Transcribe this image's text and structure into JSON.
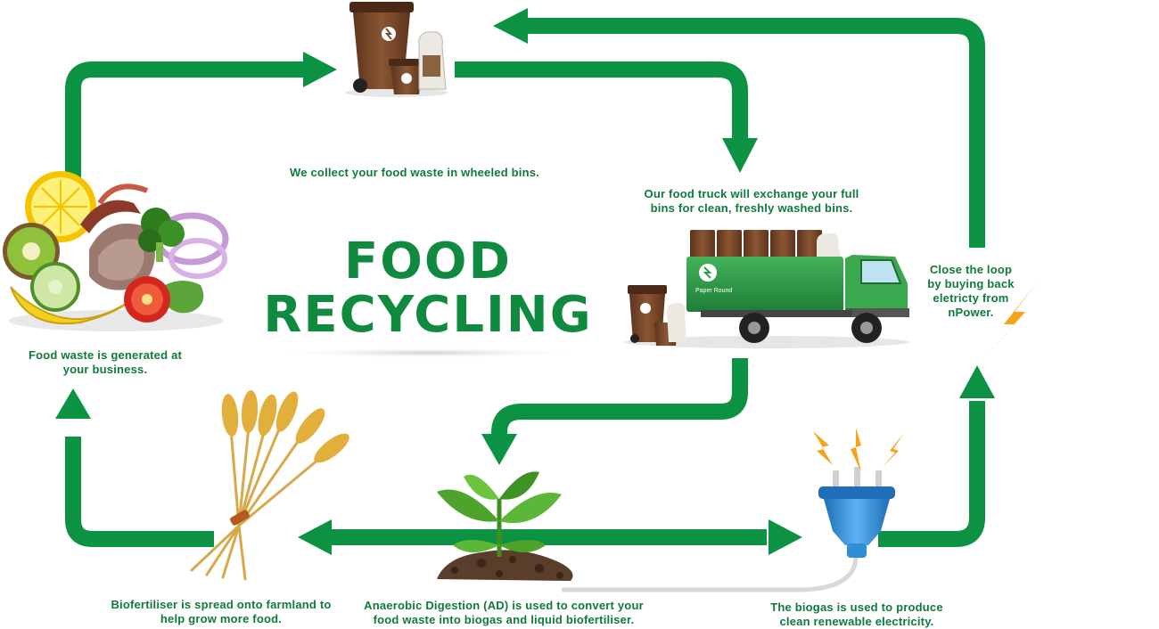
{
  "title": {
    "line1": "FOOD",
    "line2": "RECYCLING"
  },
  "brand_label": "Paper Round",
  "colors": {
    "arrow": "#0b9343",
    "title": "#0f8a3f",
    "caption": "#0f7a3c",
    "bin": "#7a4a2c",
    "truck": "#2e9b45",
    "plug": "#2f8fd6",
    "spark": "#f2a51b"
  },
  "steps": {
    "generate": "Food waste is generated at your business.",
    "collect": "We collect your food waste in wheeled bins.",
    "exchange": "Our food truck will exchange your full bins for clean, freshly washed bins.",
    "digest": "Anaerobic Digestion (AD) is used to convert your food waste into biogas and liquid biofertiliser.",
    "biofertiliser": "Biofertiliser is spread onto farmland to help grow more food.",
    "biogas": "The biogas is used to produce clean renewable electricity.",
    "loop": "Close the loop by buying back eletricty from nPower."
  },
  "icons": [
    "food-waste-icon",
    "wheelie-bin-icon",
    "food-truck-icon",
    "plant-icon",
    "wheat-icon",
    "plug-icon",
    "lightning-icon"
  ]
}
